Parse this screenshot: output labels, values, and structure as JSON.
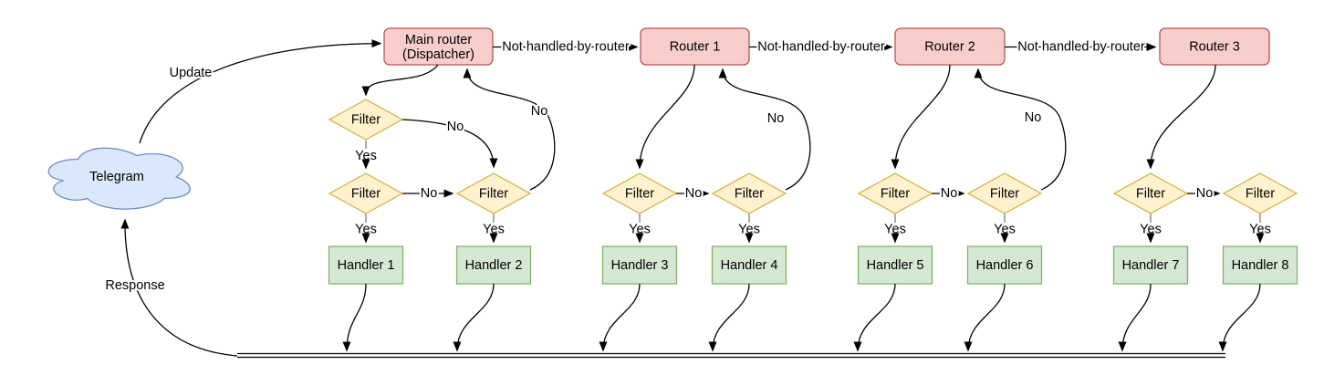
{
  "labels": {
    "telegram": "Telegram",
    "update": "Update",
    "response": "Response",
    "yes": "Yes",
    "no": "No",
    "filter": "Filter",
    "not_handled": "Not handled by router",
    "main_router_line1": "Main router",
    "main_router_line2": "(Dispatcher)"
  },
  "routers": [
    "Router 1",
    "Router 2",
    "Router 3"
  ],
  "handlers": [
    "Handler 1",
    "Handler 2",
    "Handler 3",
    "Handler 4",
    "Handler 5",
    "Handler 6",
    "Handler 7",
    "Handler 8"
  ],
  "colors": {
    "router_fill": "#f8cecc",
    "router_stroke": "#b85450",
    "filter_fill": "#fff2cc",
    "filter_stroke": "#d6b656",
    "handler_fill": "#d5e8d4",
    "handler_stroke": "#82b366",
    "cloud_fill": "#dae8fc",
    "cloud_stroke": "#6c8ebf",
    "edge": "#000000",
    "connector_stub": "#808080",
    "background": "#ffffff"
  }
}
